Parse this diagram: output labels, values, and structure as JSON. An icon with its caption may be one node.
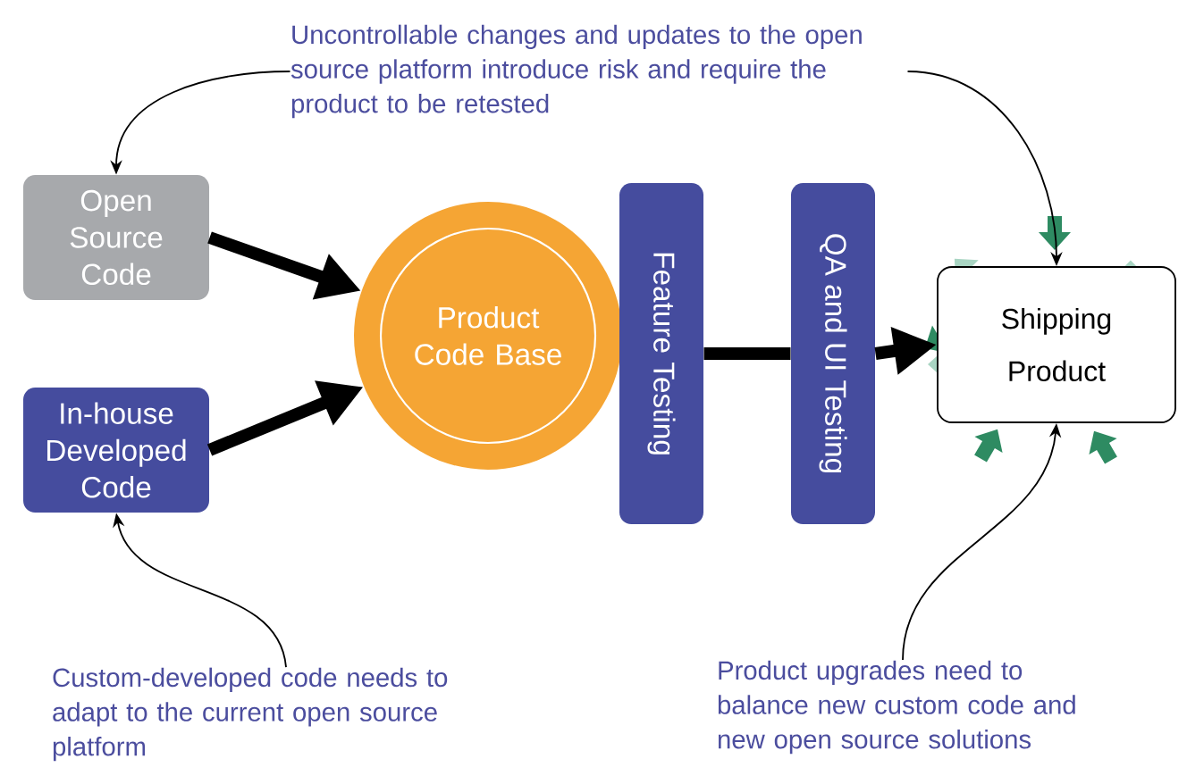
{
  "diagram": {
    "nodes": [
      {
        "text": [
          "Uncontrollable changes and updates to the open source platform introduce risk and require the product to be retested"
        ]
      },
      {
        "text": [
          "Open Source Code"
        ]
      },
      {
        "text": [
          "In-house Developed Code"
        ]
      },
      {
        "text": [
          "Product Code Base"
        ]
      },
      {
        "text": [
          "Feature Testing"
        ]
      },
      {
        "text": [
          "QA and UI Testing"
        ]
      },
      {
        "text": [
          "Shipping Product"
        ]
      },
      {
        "text": [
          "Custom-developed code needs to adapt to the current open source platform"
        ]
      },
      {
        "text": [
          "Product upgrades need to balance new custom code and new open source solutions"
        ]
      }
    ],
    "edges": [
      {
        "from": 1,
        "to": 3,
        "arrow": "to",
        "style": "thick"
      },
      {
        "from": 2,
        "to": 3,
        "arrow": "to",
        "style": "thick"
      },
      {
        "from": 4,
        "to": 5,
        "arrow": "none",
        "style": "thick"
      },
      {
        "from": 5,
        "to": 6,
        "arrow": "to",
        "style": "thick"
      },
      {
        "from": 0,
        "to": 1,
        "arrow": "to"
      },
      {
        "from": 0,
        "to": 6,
        "arrow": "to"
      },
      {
        "from": 7,
        "to": 2,
        "arrow": "to"
      },
      {
        "from": 8,
        "to": 6,
        "arrow": "to"
      }
    ]
  }
}
